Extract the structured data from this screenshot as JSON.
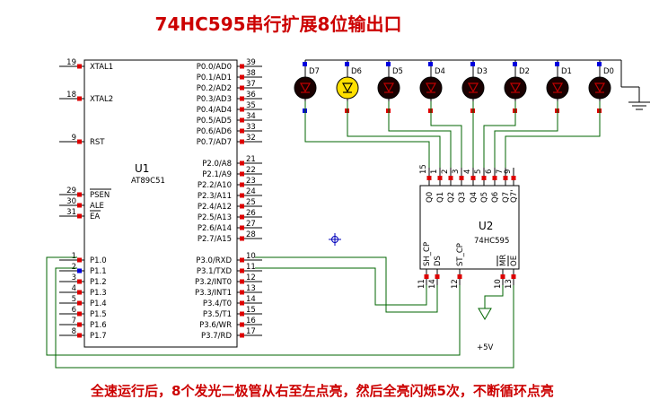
{
  "title": "74HC595串行扩展8位输出口",
  "caption": "全速运行后，8个发光二极管从右至左点亮，然后全亮闪烁5次，不断循环点亮",
  "colors": {
    "title": "#cc0000",
    "wire": "#006400",
    "pin_red": "#dd0000",
    "pin_blue": "#0000dd",
    "led_off": "#1a0000",
    "led_on": "#ffe000"
  },
  "u1": {
    "ref": "U1",
    "part": "AT89C51",
    "left_pins": [
      {
        "num": "19",
        "name": "XTAL1"
      },
      {
        "num": "18",
        "name": "XTAL2"
      },
      {
        "num": "9",
        "name": "RST"
      },
      {
        "num": "29",
        "name": "PSEN"
      },
      {
        "num": "30",
        "name": "ALE"
      },
      {
        "num": "31",
        "name": "EA"
      },
      {
        "num": "1",
        "name": "P1.0"
      },
      {
        "num": "2",
        "name": "P1.1"
      },
      {
        "num": "3",
        "name": "P1.2"
      },
      {
        "num": "4",
        "name": "P1.3"
      },
      {
        "num": "5",
        "name": "P1.4"
      },
      {
        "num": "6",
        "name": "P1.5"
      },
      {
        "num": "7",
        "name": "P1.6"
      },
      {
        "num": "8",
        "name": "P1.7"
      }
    ],
    "right_pins": [
      {
        "num": "39",
        "name": "P0.0/AD0"
      },
      {
        "num": "38",
        "name": "P0.1/AD1"
      },
      {
        "num": "37",
        "name": "P0.2/AD2"
      },
      {
        "num": "36",
        "name": "P0.3/AD3"
      },
      {
        "num": "35",
        "name": "P0.4/AD4"
      },
      {
        "num": "34",
        "name": "P0.5/AD5"
      },
      {
        "num": "33",
        "name": "P0.6/AD6"
      },
      {
        "num": "32",
        "name": "P0.7/AD7"
      },
      {
        "num": "21",
        "name": "P2.0/A8"
      },
      {
        "num": "22",
        "name": "P2.1/A9"
      },
      {
        "num": "23",
        "name": "P2.2/A10"
      },
      {
        "num": "24",
        "name": "P2.3/A11"
      },
      {
        "num": "25",
        "name": "P2.4/A12"
      },
      {
        "num": "26",
        "name": "P2.5/A13"
      },
      {
        "num": "27",
        "name": "P2.6/A14"
      },
      {
        "num": "28",
        "name": "P2.7/A15"
      },
      {
        "num": "10",
        "name": "P3.0/RXD"
      },
      {
        "num": "11",
        "name": "P3.1/TXD"
      },
      {
        "num": "12",
        "name": "P3.2/INT0"
      },
      {
        "num": "13",
        "name": "P3.3/INT1"
      },
      {
        "num": "14",
        "name": "P3.4/T0"
      },
      {
        "num": "15",
        "name": "P3.5/T1"
      },
      {
        "num": "16",
        "name": "P3.6/WR"
      },
      {
        "num": "17",
        "name": "P3.7/RD"
      }
    ]
  },
  "u2": {
    "ref": "U2",
    "part": "74HC595",
    "top_pins": [
      {
        "num": "15",
        "name": "Q0"
      },
      {
        "num": "1",
        "name": "Q1"
      },
      {
        "num": "2",
        "name": "Q2"
      },
      {
        "num": "3",
        "name": "Q3"
      },
      {
        "num": "4",
        "name": "Q4"
      },
      {
        "num": "5",
        "name": "Q5"
      },
      {
        "num": "6",
        "name": "Q6"
      },
      {
        "num": "7",
        "name": "Q7"
      },
      {
        "num": "9",
        "name": "Q7'"
      }
    ],
    "bottom_pins": [
      {
        "num": "11",
        "name": "SH_CP"
      },
      {
        "num": "14",
        "name": "DS"
      },
      {
        "num": "12",
        "name": "ST_CP"
      },
      {
        "num": "10",
        "name": "MR"
      },
      {
        "num": "13",
        "name": "OE"
      }
    ]
  },
  "leds": [
    {
      "label": "D7",
      "lit": false
    },
    {
      "label": "D6",
      "lit": true
    },
    {
      "label": "D5",
      "lit": false
    },
    {
      "label": "D4",
      "lit": false
    },
    {
      "label": "D3",
      "lit": false
    },
    {
      "label": "D2",
      "lit": false
    },
    {
      "label": "D1",
      "lit": false
    },
    {
      "label": "D0",
      "lit": false
    }
  ],
  "power_label": "+5V"
}
